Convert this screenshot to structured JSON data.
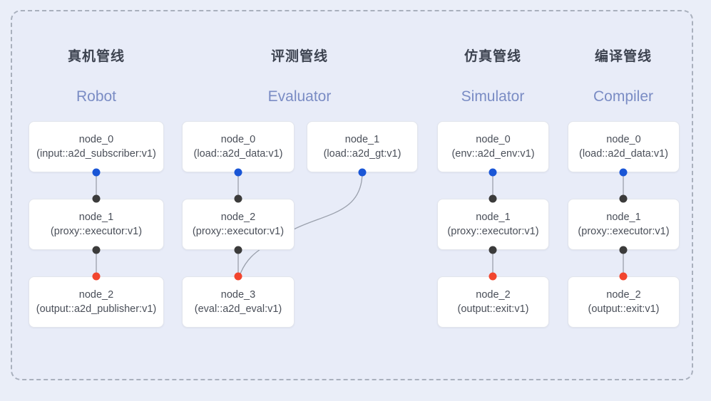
{
  "diagram": {
    "frame": {
      "style": "dashed-rounded-container"
    },
    "columns": [
      {
        "title_cn": "真机管线",
        "title_en": "Robot",
        "nodes": [
          {
            "id": "node_0",
            "type": "(input::a2d_subscriber:v1)"
          },
          {
            "id": "node_1",
            "type": "(proxy::executor:v1)"
          },
          {
            "id": "node_2",
            "type": "(output::a2d_publisher:v1)"
          }
        ]
      },
      {
        "title_cn": "评测管线",
        "title_en": "Evaluator",
        "nodes": [
          {
            "id": "node_0",
            "type": "(load::a2d_data:v1)"
          },
          {
            "id": "node_1",
            "type": "(load::a2d_gt:v1)"
          },
          {
            "id": "node_2",
            "type": "(proxy::executor:v1)"
          },
          {
            "id": "node_3",
            "type": "(eval::a2d_eval:v1)"
          }
        ]
      },
      {
        "title_cn": "仿真管线",
        "title_en": "Simulator",
        "nodes": [
          {
            "id": "node_0",
            "type": "(env::a2d_env:v1)"
          },
          {
            "id": "node_1",
            "type": "(proxy::executor:v1)"
          },
          {
            "id": "node_2",
            "type": "(output::exit:v1)"
          }
        ]
      },
      {
        "title_cn": "编译管线",
        "title_en": "Compiler",
        "nodes": [
          {
            "id": "node_0",
            "type": "(load::a2d_data:v1)"
          },
          {
            "id": "node_1",
            "type": "(proxy::executor:v1)"
          },
          {
            "id": "node_2",
            "type": "(output::exit:v1)"
          }
        ]
      }
    ],
    "colors": {
      "background": "#eaeef8",
      "frame_border": "#a9b0bd",
      "node_fill": "#ffffff",
      "node_border": "#e2e5ec",
      "title_cn": "#3d4350",
      "title_en": "#7a8cc4",
      "port_output": "#1a56d6",
      "port_link": "#3b3b3b",
      "port_input": "#f2452e",
      "edge": "#8d93a0"
    }
  }
}
